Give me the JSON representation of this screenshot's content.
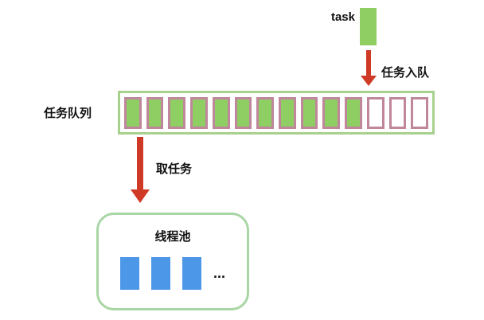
{
  "diagram": {
    "task": {
      "label": "task"
    },
    "enqueue_arrow_label": "任务入队",
    "dequeue_arrow_label": "取任务",
    "queue": {
      "label": "任务队列",
      "slots": [
        "filled",
        "filled",
        "filled",
        "filled",
        "filled",
        "filled",
        "filled",
        "filled",
        "filled",
        "filled",
        "filled",
        "empty",
        "empty",
        "empty"
      ]
    },
    "pool": {
      "title": "线程池",
      "thread_count": 3,
      "ellipsis": "..."
    },
    "colors": {
      "task_fill": "#8fce63",
      "queue_border": "#a9d18e",
      "slot_border": "#c0879c",
      "slot_filled": "#8fce63",
      "slot_empty": "#ffffff",
      "arrow": "#cf3a26",
      "thread_fill": "#4d97e8",
      "pool_border": "#a9d6a4"
    }
  }
}
